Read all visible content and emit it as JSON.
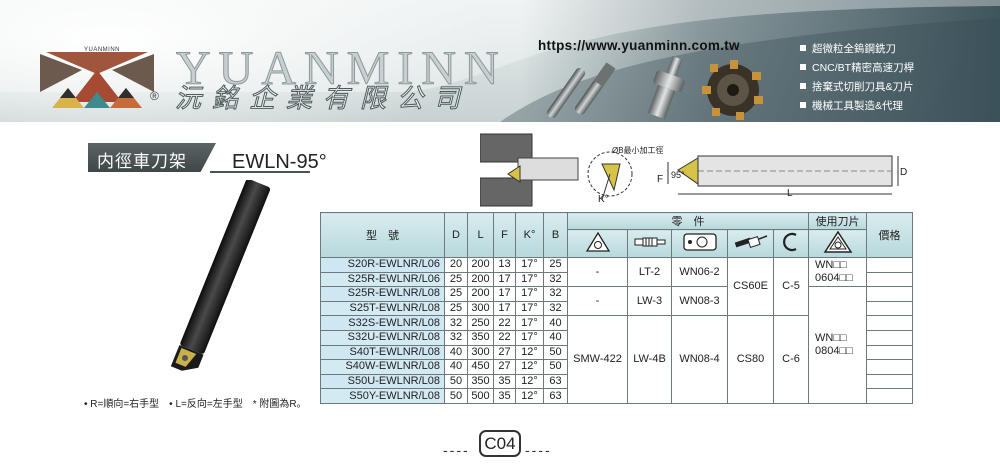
{
  "header": {
    "logo_small_text": "YUANMINN",
    "brand_en": "YUANMINN",
    "brand_zh": "沅銘企業有限公司",
    "registered_mark": "®",
    "url": "https://www.yuanminn.com.tw",
    "features": [
      "超微粒全鎢鋼銑刀",
      "CNC/BT精密高速刀桿",
      "捨棄式切削刀具&刀片",
      "機械工具製造&代理"
    ]
  },
  "section": {
    "title": "内徑車刀架",
    "model": "EWLN-95°"
  },
  "diagram": {
    "min_bore_label": "ØB最小加工徑",
    "angle_label": "95°",
    "label_f": "F",
    "label_k": "K°",
    "label_l": "L",
    "label_d": "D"
  },
  "table": {
    "col_model": "型　號",
    "col_d": "D",
    "col_l": "L",
    "col_f": "F",
    "col_k": "K°",
    "col_b": "B",
    "col_parts": "零　件",
    "col_insert": "使用刀片",
    "col_price": "價格",
    "part_icons": [
      "shim-icon",
      "pin-icon",
      "clamp-screw-icon",
      "wrench-icon",
      "clip-icon",
      "insert-icon"
    ],
    "rows": [
      {
        "model": "S20R-EWLNR/L06",
        "d": "20",
        "l": "200",
        "f": "13",
        "k": "17°",
        "b": "25"
      },
      {
        "model": "S25R-EWLNR/L06",
        "d": "25",
        "l": "200",
        "f": "17",
        "k": "17°",
        "b": "32"
      },
      {
        "model": "S25R-EWLNR/L08",
        "d": "25",
        "l": "200",
        "f": "17",
        "k": "17°",
        "b": "32"
      },
      {
        "model": "S25T-EWLNR/L08",
        "d": "25",
        "l": "300",
        "f": "17",
        "k": "17°",
        "b": "32"
      },
      {
        "model": "S32S-EWLNR/L08",
        "d": "32",
        "l": "250",
        "f": "22",
        "k": "17°",
        "b": "40"
      },
      {
        "model": "S32U-EWLNR/L08",
        "d": "32",
        "l": "350",
        "f": "22",
        "k": "17°",
        "b": "40"
      },
      {
        "model": "S40T-EWLNR/L08",
        "d": "40",
        "l": "300",
        "f": "27",
        "k": "12°",
        "b": "50"
      },
      {
        "model": "S40W-EWLNR/L08",
        "d": "40",
        "l": "450",
        "f": "27",
        "k": "12°",
        "b": "50"
      },
      {
        "model": "S50U-EWLNR/L08",
        "d": "50",
        "l": "350",
        "f": "35",
        "k": "12°",
        "b": "63"
      },
      {
        "model": "S50Y-EWLNR/L08",
        "d": "50",
        "l": "500",
        "f": "35",
        "k": "12°",
        "b": "63"
      }
    ],
    "groups": {
      "g1": {
        "shim": "-",
        "pin": "LT-2",
        "screw": "WN06-2"
      },
      "g2": {
        "shim": "-",
        "pin": "LW-3",
        "screw": "WN08-3"
      },
      "g3": {
        "shim": "SMW-422",
        "pin": "LW-4B",
        "screw": "WN08-4"
      },
      "wrench_a": "CS60E",
      "clip_a": "C-5",
      "wrench_b": "CS80",
      "clip_b": "C-6",
      "insert_a_line1": "WN□□",
      "insert_a_line2": "0604□□",
      "insert_b_line1": "WN□□",
      "insert_b_line2": "0804□□"
    }
  },
  "notes": "• R=順向=右手型　• L=反向=左手型　* 附圖為R。",
  "page_number": "C04",
  "page_dash": "----"
}
